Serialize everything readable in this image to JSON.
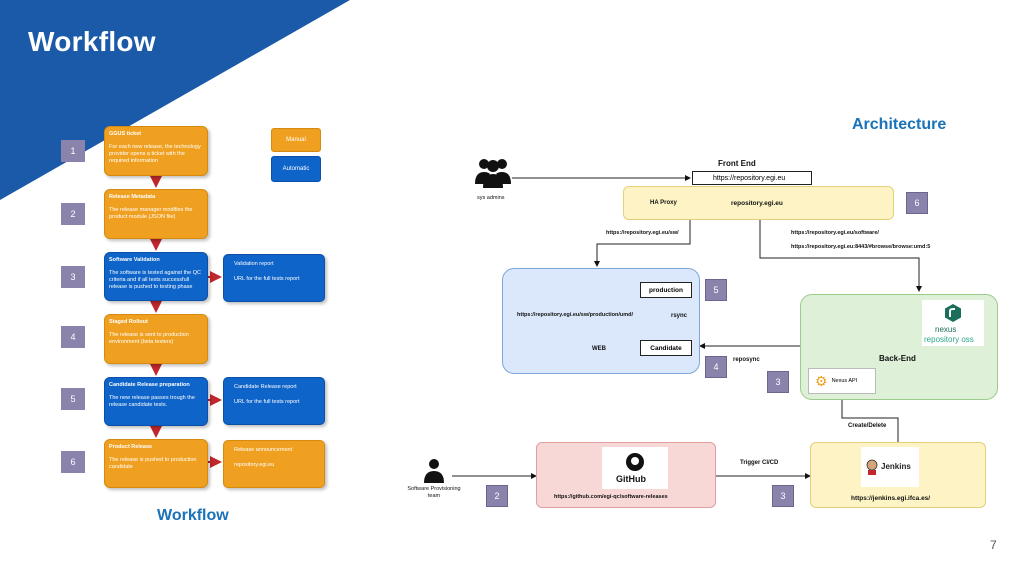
{
  "page": {
    "title": "Workflow",
    "page_number": "7"
  },
  "workflow": {
    "caption": "Workflow",
    "legend": {
      "manual": "Manual",
      "automatic": "Automatic"
    },
    "steps": [
      {
        "num": "1",
        "heading": "GGUS ticket",
        "text": "For each new release, the technology provider opens a ticket with the required information",
        "color": "orange"
      },
      {
        "num": "2",
        "heading": "Release Metadata",
        "text": "The release manager modifies the product module (JSON file)",
        "color": "orange"
      },
      {
        "num": "3",
        "heading": "Software Validation",
        "text": "The software is tested against the QC criteria and if all tests successfull release is pushed to testing phase",
        "color": "blue"
      },
      {
        "num": "4",
        "heading": "Staged Rollout",
        "text": "The release is sent to production environment (beta testers)",
        "color": "orange"
      },
      {
        "num": "5",
        "heading": "Candidate Release preparation",
        "text": "The new release passes trough the release candidate tests.",
        "color": "blue"
      },
      {
        "num": "6",
        "heading": "Product Release",
        "text": "The release is pushed to production candidate",
        "color": "orange"
      }
    ],
    "side_boxes": [
      {
        "line1": "Validation report",
        "line2": "URL for the full tests report",
        "color": "blue"
      },
      {
        "line1": "Candidate Release report",
        "line2": "URL for the full tests report",
        "color": "blue"
      },
      {
        "line1": "Release announcement",
        "line2": "repository.egi.eu",
        "color": "orange"
      }
    ]
  },
  "architecture": {
    "caption": "Architecture",
    "sys_admins": "sys admins",
    "front_end": "Front End",
    "front_url": "https://repository.egi.eu",
    "ha_proxy": "HA Proxy",
    "ha_host": "repository.egi.eu",
    "url_sw": "https://repository.egi.eu/sw/",
    "url_software": "https://repository.egi.eu/software/",
    "url_browse": "https://repository.egi.eu:8443/#browse/browse:umd:5",
    "web_url": "https://repository.egi.eu/sw/production/umd/",
    "production": "production",
    "rsync": "rsync",
    "web": "WEB",
    "candidate": "Candidate",
    "reposync": "reposync",
    "nexus": "nexus",
    "nexus_sub": "repository oss",
    "backend": "Back-End",
    "nexus_api": "Nexus API",
    "create_delete": "Create/Delete",
    "trigger": "Trigger CI/CD",
    "github": "GitHub",
    "github_url": "https://github.com/egi-qc/software-releases",
    "jenkins": "Jenkins",
    "jenkins_url": "https://jenkins.egi.ifca.es/",
    "sw_team": "Software Provisioning team",
    "tags": {
      "t6": "6",
      "t5": "5",
      "t4": "4",
      "t3a": "3",
      "t2": "2",
      "t3b": "3"
    }
  },
  "colors": {
    "brand_blue": "#1a5aa8",
    "orange": "#f0a020",
    "blue": "#0e64c8",
    "tag": "#8a84ad",
    "web_fill": "#dbe8fb",
    "ha_fill": "#fdf3c4",
    "backend_fill": "#dff0d8",
    "github_fill": "#f8d7d7",
    "jenkins_fill": "#fdf3c4"
  }
}
